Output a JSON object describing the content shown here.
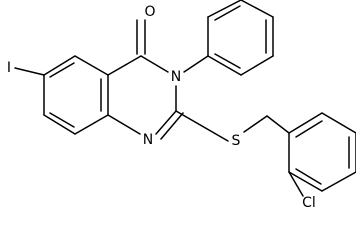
{
  "molecule": {
    "atoms": {
      "carbonyl_oxygen": "O",
      "ring_nitrogen_3": "N",
      "ring_nitrogen_1": "N",
      "iodine": "I",
      "sulfur": "S",
      "chlorine": "Cl"
    }
  },
  "colors": {
    "bond": "#000000",
    "label": "#000000",
    "background": "#ffffff"
  }
}
